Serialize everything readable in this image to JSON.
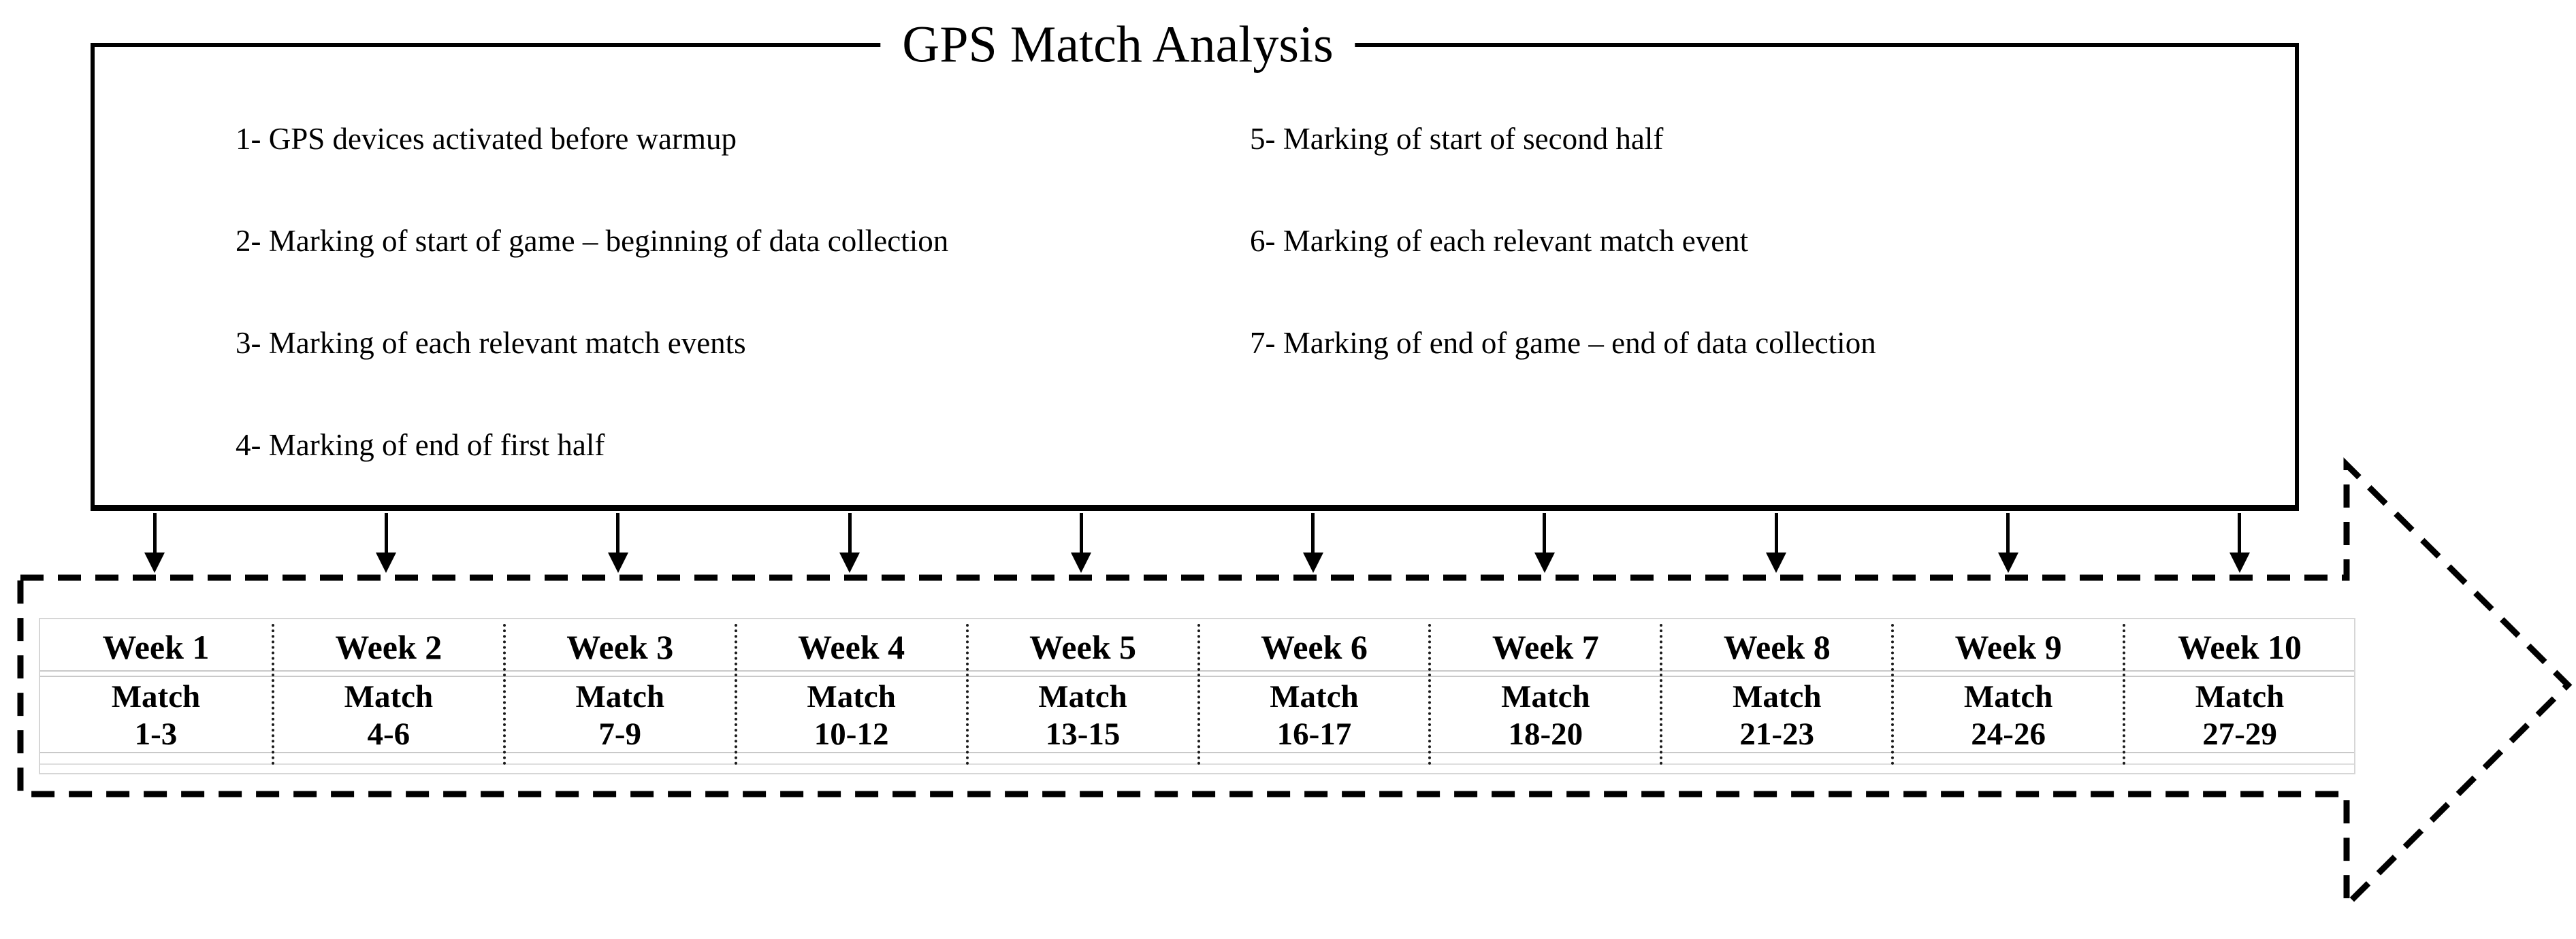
{
  "title": "GPS Match Analysis",
  "steps": [
    "1- GPS devices activated before warmup",
    "2- Marking of start of game – beginning of data collection",
    "3- Marking of each relevant match events",
    "4- Marking of end of first half",
    "5- Marking of start of second half",
    "6- Marking of each relevant match event",
    "7- Marking of end of game – end of data collection"
  ],
  "timeline": {
    "match_label": "Match",
    "weeks": [
      {
        "label": "Week 1",
        "matches": "1-3"
      },
      {
        "label": "Week 2",
        "matches": "4-6"
      },
      {
        "label": "Week 3",
        "matches": "7-9"
      },
      {
        "label": "Week 4",
        "matches": "10-12"
      },
      {
        "label": "Week 5",
        "matches": "13-15"
      },
      {
        "label": "Week 6",
        "matches": "16-17"
      },
      {
        "label": "Week 7",
        "matches": "18-20"
      },
      {
        "label": "Week 8",
        "matches": "21-23"
      },
      {
        "label": "Week 9",
        "matches": "24-26"
      },
      {
        "label": "Week 10",
        "matches": "27-29"
      }
    ]
  },
  "colors": {
    "ink": "#000000",
    "background": "#ffffff",
    "table_grid": "#c9c9c9"
  }
}
